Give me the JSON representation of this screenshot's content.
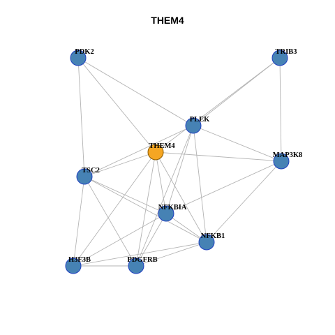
{
  "title": "THEM4",
  "colors": {
    "center": "#F5A623",
    "default": "#4682B4",
    "stroke": "#1f3fbf",
    "edge": "#b3b3b3"
  },
  "nodes": [
    {
      "id": "PDK2",
      "label": "PDK2"
    },
    {
      "id": "TRIB3",
      "label": "TRIB3"
    },
    {
      "id": "PLEK",
      "label": "PLEK"
    },
    {
      "id": "THEM4",
      "label": "THEM4",
      "center": true
    },
    {
      "id": "MAP3K8",
      "label": "MAP3K8"
    },
    {
      "id": "TSC2",
      "label": "TSC2"
    },
    {
      "id": "NFKBIA",
      "label": "NFKBIA"
    },
    {
      "id": "NFKB1",
      "label": "NFKB1"
    },
    {
      "id": "H3F3B",
      "label": "H3F3B"
    },
    {
      "id": "PDGFRB",
      "label": "PDGFRB"
    }
  ],
  "edges": [
    [
      "PDK2",
      "PLEK"
    ],
    [
      "PDK2",
      "THEM4"
    ],
    [
      "PDK2",
      "TSC2"
    ],
    [
      "TRIB3",
      "PLEK"
    ],
    [
      "TRIB3",
      "THEM4"
    ],
    [
      "TRIB3",
      "MAP3K8"
    ],
    [
      "PLEK",
      "TSC2"
    ],
    [
      "PLEK",
      "NFKBIA"
    ],
    [
      "PLEK",
      "NFKB1"
    ],
    [
      "PLEK",
      "PDGFRB"
    ],
    [
      "PLEK",
      "MAP3K8"
    ],
    [
      "THEM4",
      "MAP3K8"
    ],
    [
      "THEM4",
      "TSC2"
    ],
    [
      "THEM4",
      "NFKBIA"
    ],
    [
      "THEM4",
      "PDGFRB"
    ],
    [
      "THEM4",
      "H3F3B"
    ],
    [
      "THEM4",
      "NFKB1"
    ],
    [
      "MAP3K8",
      "NFKBIA"
    ],
    [
      "MAP3K8",
      "NFKB1"
    ],
    [
      "TSC2",
      "NFKBIA"
    ],
    [
      "TSC2",
      "NFKB1"
    ],
    [
      "TSC2",
      "H3F3B"
    ],
    [
      "TSC2",
      "PDGFRB"
    ],
    [
      "NFKBIA",
      "H3F3B"
    ],
    [
      "NFKBIA",
      "PDGFRB"
    ],
    [
      "NFKBIA",
      "NFKB1"
    ],
    [
      "NFKB1",
      "H3F3B"
    ],
    [
      "NFKB1",
      "PDGFRB"
    ],
    [
      "H3F3B",
      "PDGFRB"
    ]
  ]
}
